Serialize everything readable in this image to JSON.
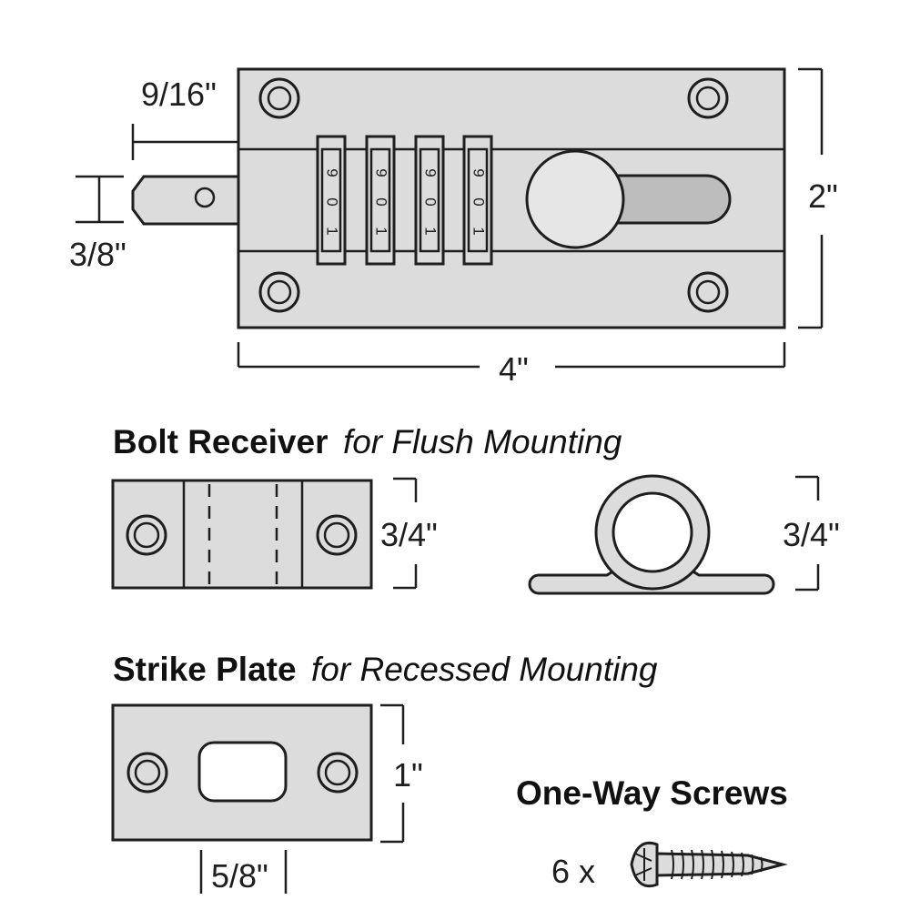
{
  "lock": {
    "dimension_width": "4\"",
    "dimension_height": "2\"",
    "dimension_offset": "9/16\"",
    "dimension_bolt": "3/8\"",
    "dials": [
      {
        "top": "9",
        "mid": "0",
        "bottom": "1"
      },
      {
        "top": "9",
        "mid": "0",
        "bottom": "1"
      },
      {
        "top": "9",
        "mid": "0",
        "bottom": "1"
      },
      {
        "top": "9",
        "mid": "0",
        "bottom": "1"
      }
    ]
  },
  "bolt_receiver": {
    "title_bold": "Bolt Receiver",
    "title_italic": "for Flush Mounting",
    "dimension_front": "3/4\"",
    "dimension_side": "3/4\""
  },
  "strike_plate": {
    "title_bold": "Strike Plate",
    "title_italic": "for Recessed Mounting",
    "dimension_height": "1\"",
    "dimension_width": "5/8\""
  },
  "screws": {
    "title": "One-Way Screws",
    "quantity": "6 x"
  }
}
